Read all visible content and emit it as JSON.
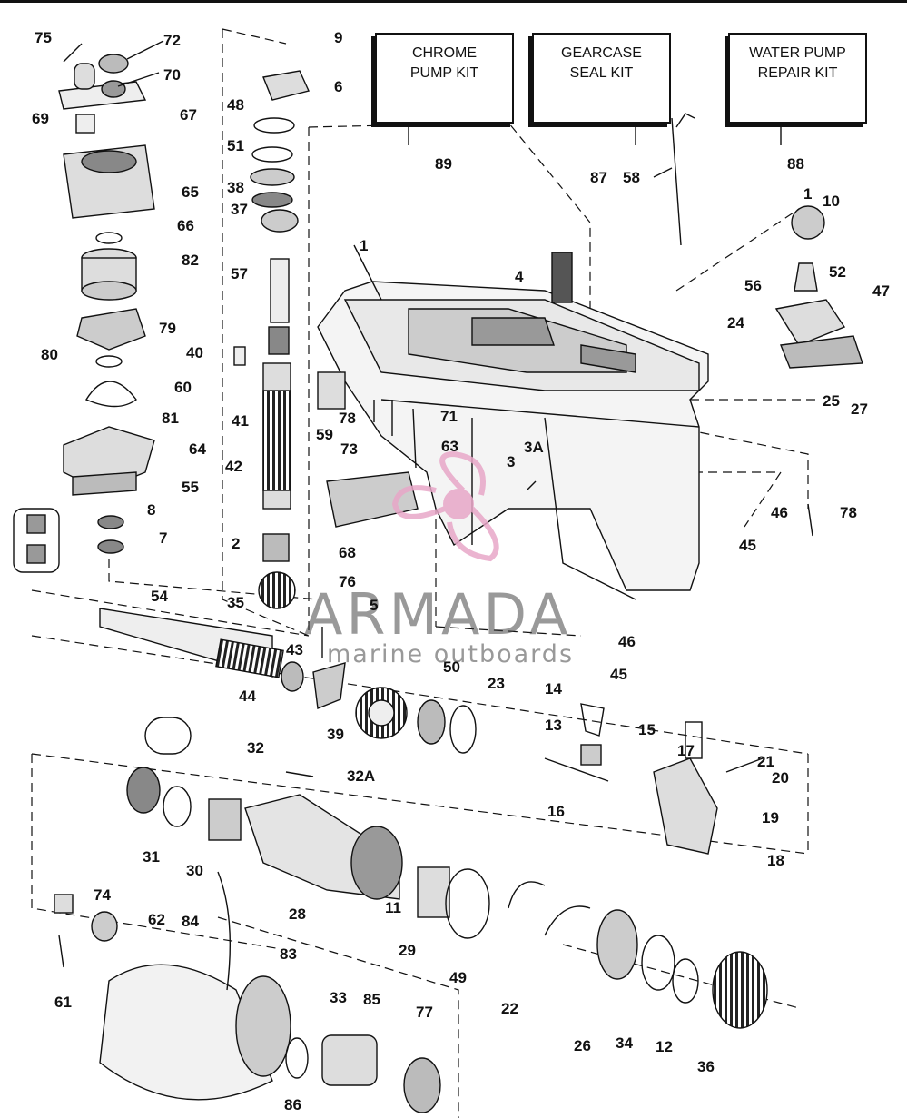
{
  "kits": {
    "chrome": {
      "line1": "CHROME",
      "line2": "PUMP KIT",
      "ref": "89"
    },
    "seal": {
      "line1": "GEARCASE",
      "line2": "SEAL KIT"
    },
    "water": {
      "line1": "WATER PUMP",
      "line2": "REPAIR KIT",
      "ref": "88"
    }
  },
  "watermark": {
    "brand": "ARMADA",
    "tagline": "marine outboards"
  },
  "callouts": [
    "75",
    "72",
    "70",
    "69",
    "67",
    "65",
    "66",
    "82",
    "79",
    "80",
    "60",
    "81",
    "64",
    "55",
    "8",
    "7",
    "9",
    "6",
    "48",
    "51",
    "38",
    "37",
    "57",
    "40",
    "41",
    "42",
    "2",
    "35",
    "1",
    "4",
    "59",
    "78",
    "71",
    "73",
    "63",
    "3A",
    "3",
    "68",
    "76",
    "5",
    "54",
    "43",
    "44",
    "39",
    "50",
    "23",
    "89",
    "87",
    "58",
    "88",
    "1",
    "10",
    "56",
    "52",
    "47",
    "24",
    "25",
    "27",
    "46",
    "78",
    "45",
    "46",
    "45",
    "14",
    "13",
    "15",
    "17",
    "21",
    "20",
    "19",
    "18",
    "16",
    "31",
    "30",
    "32",
    "32A",
    "28",
    "11",
    "29",
    "49",
    "22",
    "26",
    "34",
    "12",
    "36",
    "74",
    "62",
    "84",
    "61",
    "83",
    "33",
    "85",
    "77",
    "86"
  ]
}
